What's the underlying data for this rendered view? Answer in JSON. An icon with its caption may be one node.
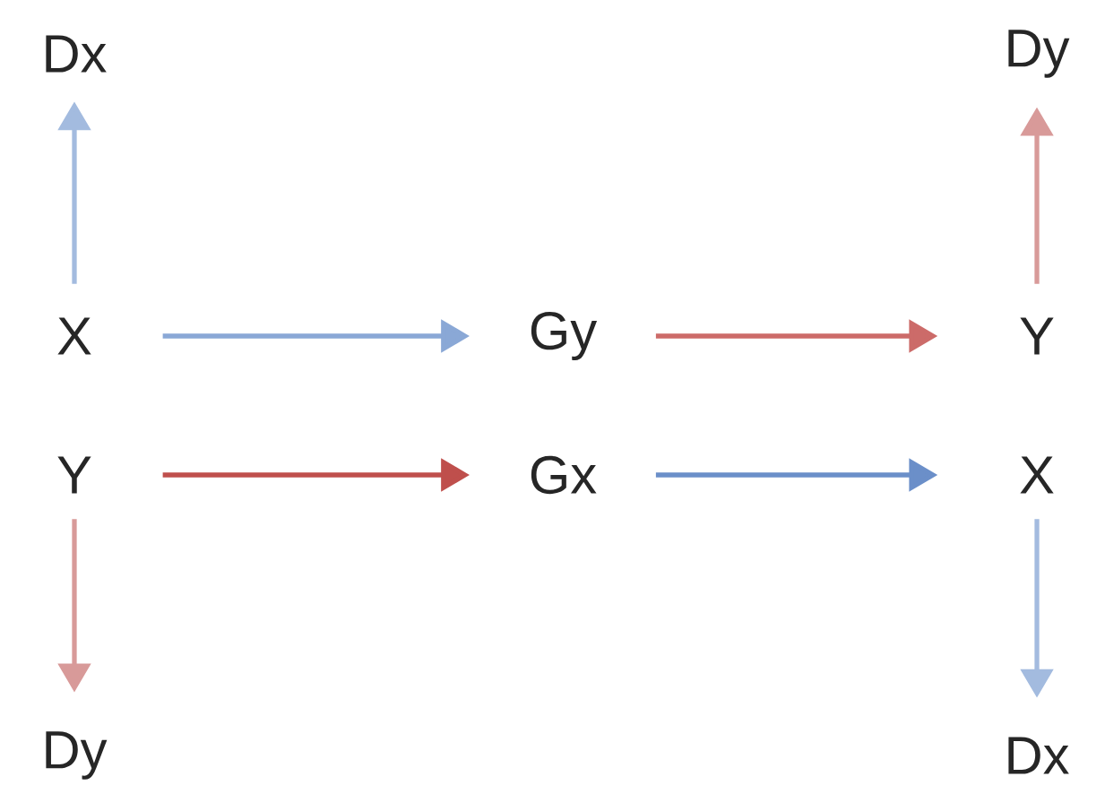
{
  "diagram": {
    "nodes": [
      {
        "text": [
          "Dx"
        ]
      },
      {
        "text": [
          "Dy"
        ]
      },
      {
        "text": [
          "X"
        ]
      },
      {
        "text": [
          "Gy"
        ]
      },
      {
        "text": [
          "Y"
        ]
      },
      {
        "text": [
          "Y"
        ]
      },
      {
        "text": [
          "Gx"
        ]
      },
      {
        "text": [
          "X"
        ]
      },
      {
        "text": [
          "Dy"
        ]
      },
      {
        "text": [
          "Dx"
        ]
      }
    ],
    "edges": [
      {
        "from": 2,
        "to": 0,
        "arrow": "to",
        "color": "#a3bbdf"
      },
      {
        "from": 2,
        "to": 3,
        "arrow": "to",
        "color": "#8aa8d6"
      },
      {
        "from": 3,
        "to": 4,
        "arrow": "to",
        "color": "#cc6b69"
      },
      {
        "from": 5,
        "to": 6,
        "arrow": "to",
        "color": "#bf4f4c"
      },
      {
        "from": 6,
        "to": 7,
        "arrow": "to",
        "color": "#6b8fc9"
      },
      {
        "from": 5,
        "to": 8,
        "arrow": "to",
        "color": "#d89a99"
      },
      {
        "from": 7,
        "to": 9,
        "arrow": "to",
        "color": "#a3bbdf"
      },
      {
        "from": 4,
        "to": 1,
        "arrow": "to",
        "color": "#d89a99"
      }
    ]
  }
}
